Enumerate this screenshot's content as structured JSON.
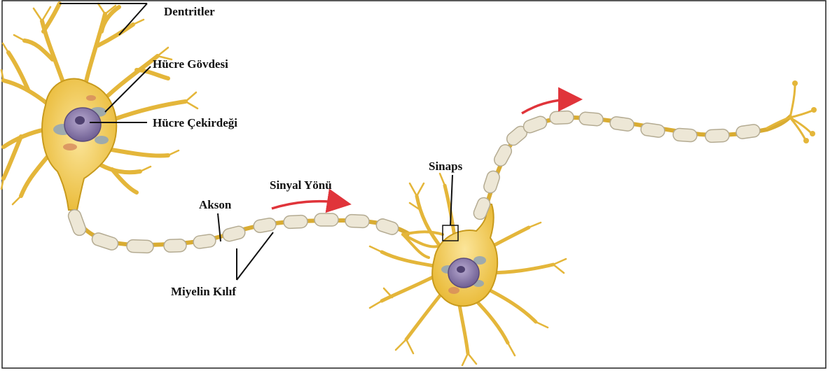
{
  "labels": {
    "dendrites": "Dentritler",
    "cell_body": "Hücre Gövdesi",
    "nucleus": "Hücre Çekirdeği",
    "signal_direction": "Sinyal Yönü",
    "axon": "Akson",
    "myelin_sheath": "Miyelin Kılıf",
    "synapse": "Sinaps"
  },
  "colors": {
    "neuron_fill": "#f2c84b",
    "neuron_stroke": "#c89a1c",
    "nucleus": "#8a7aa8",
    "myelin": "#ede7d6",
    "myelin_stroke": "#b4ab92",
    "arrow": "#e0343a",
    "frame": "#222222"
  }
}
